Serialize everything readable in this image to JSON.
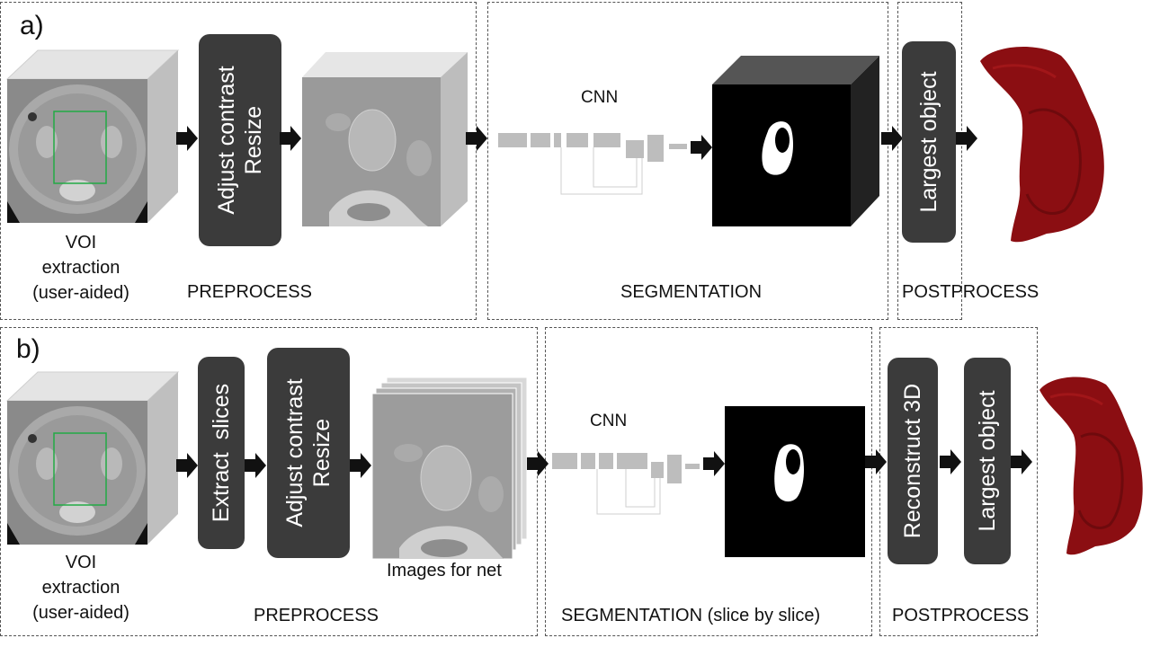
{
  "panels": {
    "a": {
      "label": "a)",
      "voi_caption": [
        "VOI",
        "extraction",
        "(user-aided)"
      ],
      "steps": {
        "adjust": "Adjust contrast\nResize",
        "largest": "Largest object"
      },
      "cnn": "CNN",
      "sections": {
        "preprocess": "PREPROCESS",
        "segmentation": "SEGMENTATION",
        "postprocess": "POSTPROCESS"
      }
    },
    "b": {
      "label": "b)",
      "voi_caption": [
        "VOI",
        "extraction",
        "(user-aided)"
      ],
      "steps": {
        "extract": "Extract  slices",
        "adjust": "Adjust contrast\nResize",
        "reconstruct": "Reconstruct 3D",
        "largest": "Largest object"
      },
      "images_caption": "Images for net",
      "cnn": "CNN",
      "sections": {
        "preprocess": "PREPROCESS",
        "segmentation": "SEGMENTATION (slice by slice)",
        "postprocess": "POSTPROCESS"
      }
    }
  },
  "colors": {
    "pill": "#3b3b3b",
    "mask_bg": "#000000",
    "roi": "#22aa44",
    "organ": "#8b0e12",
    "arrow": "#111111",
    "cnn_block": "#bdbdbd"
  },
  "icons": [
    "right-arrow-icon",
    "ct-volume-icon",
    "cnn-block-icon",
    "organ-3d-icon"
  ]
}
